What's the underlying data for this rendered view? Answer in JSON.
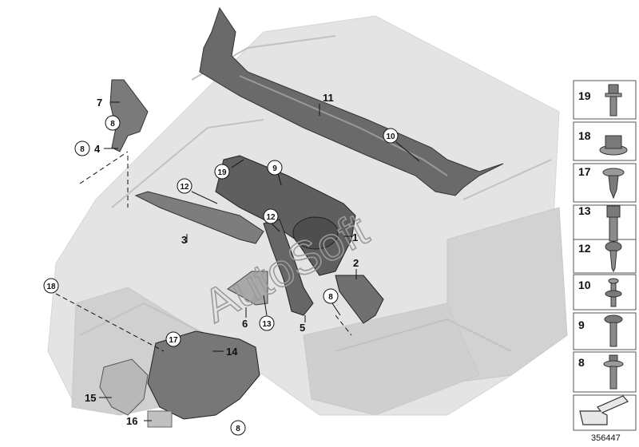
{
  "diagram": {
    "document_number": "356447",
    "watermark": "AutoSoft",
    "callouts": [
      {
        "id": "c1",
        "label": "1",
        "circled": false
      },
      {
        "id": "c2",
        "label": "2",
        "circled": false
      },
      {
        "id": "c3",
        "label": "3",
        "circled": false
      },
      {
        "id": "c4",
        "label": "4",
        "circled": false
      },
      {
        "id": "c5",
        "label": "5",
        "circled": false
      },
      {
        "id": "c6",
        "label": "6",
        "circled": false
      },
      {
        "id": "c7",
        "label": "7",
        "circled": false
      },
      {
        "id": "c11",
        "label": "11",
        "circled": false
      },
      {
        "id": "c14",
        "label": "14",
        "circled": false
      },
      {
        "id": "c15",
        "label": "15",
        "circled": false
      },
      {
        "id": "c16",
        "label": "16",
        "circled": false
      },
      {
        "id": "k8a",
        "label": "8",
        "circled": true
      },
      {
        "id": "k8b",
        "label": "8",
        "circled": true
      },
      {
        "id": "k8c",
        "label": "8",
        "circled": true
      },
      {
        "id": "k8d",
        "label": "8",
        "circled": true
      },
      {
        "id": "k9",
        "label": "9",
        "circled": true
      },
      {
        "id": "k10",
        "label": "10",
        "circled": true
      },
      {
        "id": "k12a",
        "label": "12",
        "circled": true
      },
      {
        "id": "k12b",
        "label": "12",
        "circled": true
      },
      {
        "id": "k13",
        "label": "13",
        "circled": true
      },
      {
        "id": "k17",
        "label": "17",
        "circled": true
      },
      {
        "id": "k18",
        "label": "18",
        "circled": true
      },
      {
        "id": "k19",
        "label": "19",
        "circled": true
      }
    ],
    "legend": [
      {
        "label": "19",
        "icon": "bolt-flanged-icon"
      },
      {
        "label": "18",
        "icon": "hex-nut-flange-icon"
      },
      {
        "label": "17",
        "icon": "expanding-rivet-icon"
      },
      {
        "label": "13",
        "icon": "bolt-hex-socket-icon"
      },
      {
        "label": "12",
        "icon": "screw-round-head-icon"
      },
      {
        "label": "10",
        "icon": "plastic-rivet-icon"
      },
      {
        "label": "9",
        "icon": "bolt-washer-icon"
      },
      {
        "label": "8",
        "icon": "collar-screw-icon"
      }
    ],
    "colors": {
      "part_dark": "#5c5c5c",
      "part_mid": "#8a8a8a",
      "part_light": "#b4b4b4",
      "body_ghost": "#d9d9d9",
      "ink": "#111111"
    }
  }
}
